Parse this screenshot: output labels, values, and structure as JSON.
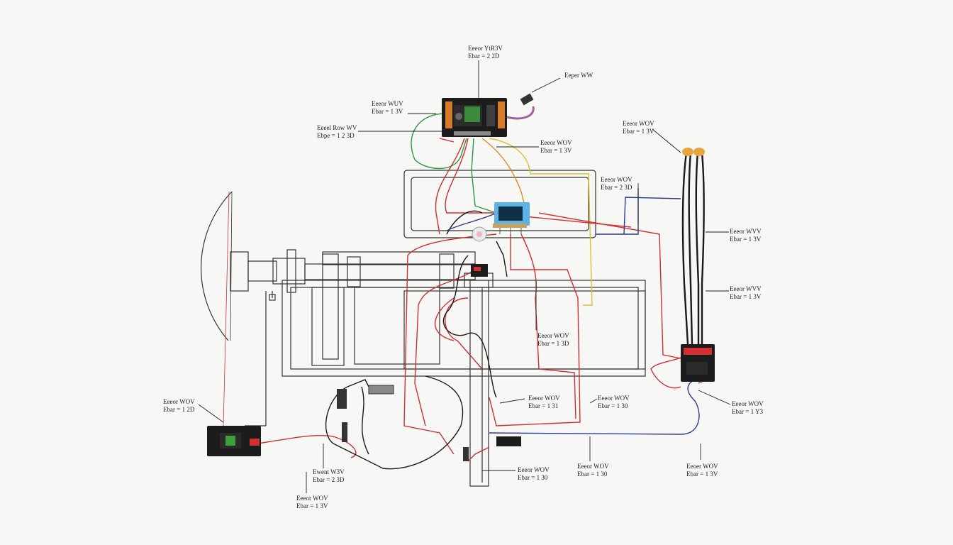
{
  "labels": [
    {
      "id": "l1",
      "line1": "Eeeor YtR3V",
      "line2": "Ebar = 2 2D"
    },
    {
      "id": "l2",
      "line1": "Eeper WW",
      "line2": ""
    },
    {
      "id": "l3",
      "line1": "Eeeor WUV",
      "line2": "Ebar = 1 3V"
    },
    {
      "id": "l4",
      "line1": "Eeeel Row WV",
      "line2": "Ebpe = 1 2 3D"
    },
    {
      "id": "l5",
      "line1": "Eeeor WOV",
      "line2": "Ebar = 1 3V"
    },
    {
      "id": "l6",
      "line1": "Eeeor WOV",
      "line2": "Ebar = 1 3V"
    },
    {
      "id": "l7",
      "line1": "Eeeor WOV",
      "line2": "Ebar = 2 3D"
    },
    {
      "id": "l8",
      "line1": "Eeeor WVV",
      "line2": "Ebar = 1 3V"
    },
    {
      "id": "l9",
      "line1": "Eeeor WVV",
      "line2": "Ebar = 1 3V"
    },
    {
      "id": "l10",
      "line1": "Eeeor WOV",
      "line2": "Ebar = 1 3D"
    },
    {
      "id": "l11",
      "line1": "Eeeor WOV",
      "line2": "Ebar = 1 31"
    },
    {
      "id": "l12",
      "line1": "Eeeor WOV",
      "line2": "Ebar = 1 30"
    },
    {
      "id": "l13",
      "line1": "Eeeor WOV",
      "line2": "Ebar = 1 Y3"
    },
    {
      "id": "l14",
      "line1": "Eeeor WOV",
      "line2": "Ebar = 1 2D"
    },
    {
      "id": "l15",
      "line1": "Eeeor WOV",
      "line2": "Ebar = 1 30"
    },
    {
      "id": "l16",
      "line1": "Eeeor WOV",
      "line2": "Ebar = 1 30"
    },
    {
      "id": "l17",
      "line1": "Eeoer WOV",
      "line2": "Ebar = 1 3V"
    },
    {
      "id": "l18",
      "line1": "Ewent W3V",
      "line2": "Ebar = 2 3D"
    },
    {
      "id": "l19",
      "line1": "Eeeor WOV",
      "line2": "Ebar = 1 3V"
    }
  ],
  "colors": {
    "wire_red": "#d23030",
    "wire_black": "#1a1a1a",
    "wire_green": "#2a9a3a",
    "wire_orange": "#e08a20",
    "wire_yellow": "#e0c030",
    "wire_blue": "#2a3a9a",
    "frame": "#333333",
    "board": "#1c1c1c",
    "display": "#5bb3e8"
  }
}
